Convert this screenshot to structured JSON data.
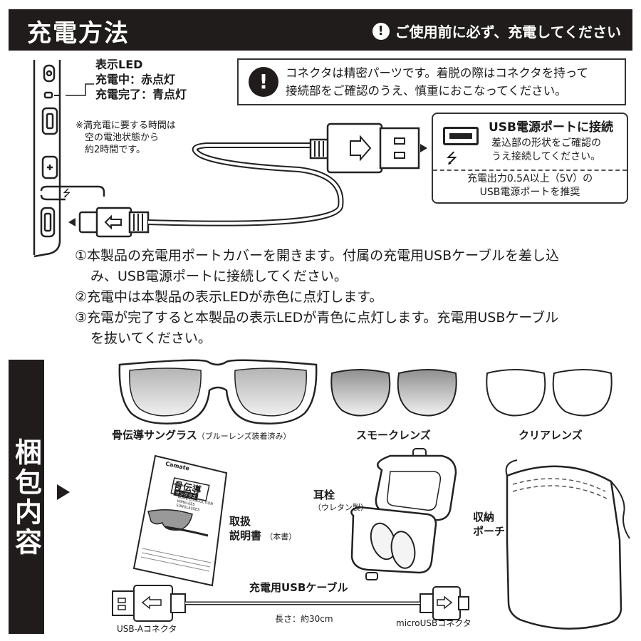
{
  "header": {
    "title": "充電方法",
    "note": "ご使用前に必ず、充電してください",
    "note_icon": "!"
  },
  "notice": {
    "icon": "!",
    "line1": "コネクタは精密パーツです。着脱の際はコネクタを持って",
    "line2": "接続部をご確認のうえ、慎重におこなってください。"
  },
  "led": {
    "line1": "表示LED",
    "line2": "充電中：赤点灯",
    "line3": "充電完了：青点灯"
  },
  "charge_time": {
    "line1": "※満充電に要する時間は",
    "line2": "空の電池状態から",
    "line3": "約2時間です。"
  },
  "usb_box": {
    "title": "USB電源ポートに接続",
    "desc1": "差込部の形状をご確認の",
    "desc2": "うえ接続してください。",
    "rec1": "充電出力0.5A以上（5V）の",
    "rec2": "USB電源ポートを推奨",
    "usb_symbol": "⭍"
  },
  "steps": {
    "s1a": "①本製品の充電用ポートカバーを開きます。付属の充電用USBケーブルを差し込",
    "s1b": "み、USB電源ポートに接続してください。",
    "s2": "②充電中は本製品の表示LEDが赤色に点灯します。",
    "s3a": "③充電が完了すると本製品の表示LEDが青色に点灯します。充電用USBケーブル",
    "s3b": "を抜いてください。"
  },
  "contents": {
    "section_label": "梱包内容",
    "sunglasses": "骨伝導サングラス",
    "sunglasses_sub": "（ブルーレンズ装着済み）",
    "smoke_lens": "スモークレンズ",
    "clear_lens": "クリアレンズ",
    "manual_line1": "取扱",
    "manual_line2": "説明書",
    "manual_sub": "（本書）",
    "earplug": "耳栓",
    "earplug_sub": "（ウレタン製）",
    "pouch_line1": "収納",
    "pouch_line2": "ポーチ",
    "cable_title": "充電用USBケーブル",
    "cable_length": "長さ：約30cm",
    "usb_a": "USB-Aコネクタ",
    "micro_usb": "microUSBコネクタ"
  },
  "booklet": {
    "brand": "Camate",
    "title": "骨伝導",
    "subtitle": "サングラス",
    "en1": "BONE CONDUCTION",
    "en2": "WIRELESS",
    "en3": "SUNGLASSES"
  },
  "colors": {
    "dark": "#1f1c1b",
    "smoke_top": "#8f8f8f",
    "smoke_bottom": "#f2f2f2"
  }
}
